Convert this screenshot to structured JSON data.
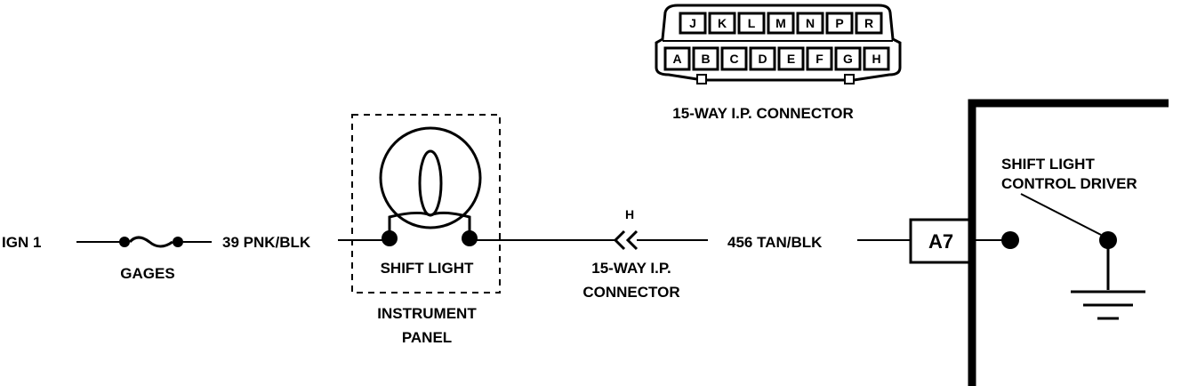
{
  "colors": {
    "ink": "#000000",
    "paper": "#ffffff"
  },
  "connector": {
    "title": "15-WAY I.P. CONNECTOR",
    "top_pins": [
      "J",
      "K",
      "L",
      "M",
      "N",
      "P",
      "R"
    ],
    "bottom_pins": [
      "A",
      "B",
      "C",
      "D",
      "E",
      "F",
      "G",
      "H"
    ]
  },
  "circuit": {
    "source_label": "IGN 1",
    "fuse_label": "GAGES",
    "wire_in_label": "39 PNK/BLK",
    "lamp_label": "SHIFT LIGHT",
    "panel_label_line1": "INSTRUMENT",
    "panel_label_line2": "PANEL",
    "inline_pin_label": "H",
    "inline_connector_line1": "15-WAY I.P.",
    "inline_connector_line2": "CONNECTOR",
    "wire_out_label": "456 TAN/BLK",
    "module_pin_label": "A7",
    "driver_label_line1": "SHIFT LIGHT",
    "driver_label_line2": "CONTROL DRIVER"
  },
  "icons": [
    "bulb-icon",
    "fuse-icon",
    "ground-icon",
    "connector-chevron-icon"
  ]
}
